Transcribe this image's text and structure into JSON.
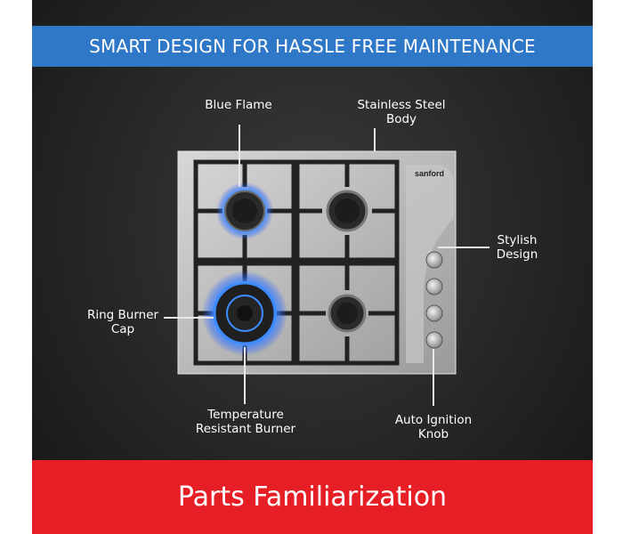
{
  "header": {
    "title": "SMART DESIGN FOR HASSLE FREE MAINTENANCE"
  },
  "footer": {
    "title": "Parts Familiarization"
  },
  "brand": {
    "logo_text": "sanford"
  },
  "labels": {
    "blue_flame": [
      "Blue Flame"
    ],
    "stainless_body": [
      "Stainless Steel",
      "Body"
    ],
    "stylish_design": [
      "Stylish",
      "Design"
    ],
    "ring_burner_cap": [
      "Ring Burner",
      "Cap"
    ],
    "temperature_burner": [
      "Temperature",
      "Resistant Burner"
    ],
    "auto_ignition": [
      "Auto Ignition",
      "Knob"
    ]
  },
  "colors": {
    "header_blue": "#2f78c8",
    "footer_red": "#e51f25",
    "flame_blue": "#2e7bff"
  }
}
